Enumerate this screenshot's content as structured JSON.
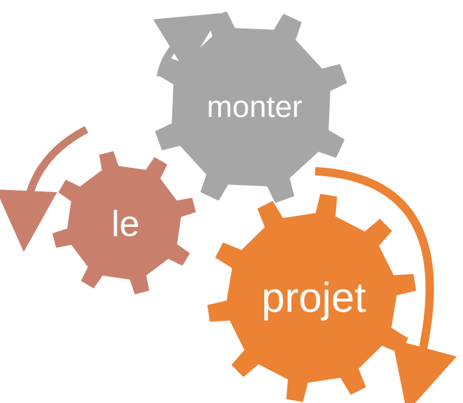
{
  "gears": [
    {
      "label": "monter",
      "color": "#a6a6a6"
    },
    {
      "label": "le",
      "color": "#c8806d"
    },
    {
      "label": "projet",
      "color": "#ec8233"
    }
  ],
  "colors": {
    "background": "#ffffff",
    "text": "#ffffff"
  }
}
